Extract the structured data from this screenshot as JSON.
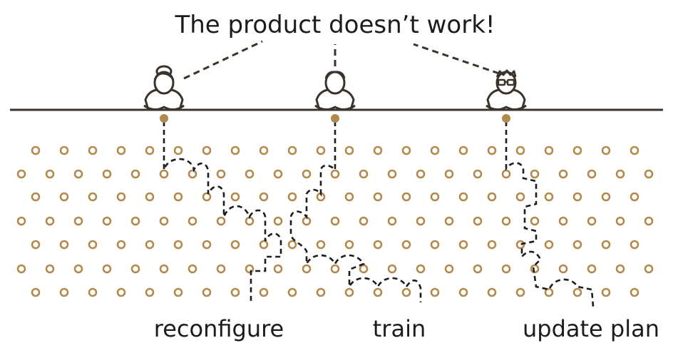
{
  "headline": "The product doesn’t work!",
  "outcomes": {
    "left": "reconfigure",
    "middle": "train",
    "right": "update plan"
  },
  "figures": [
    {
      "name": "woman-with-hair-bun",
      "hair": "bun"
    },
    {
      "name": "man",
      "hair": "short"
    },
    {
      "name": "man-with-glasses",
      "hair": "spiky"
    }
  ],
  "colors": {
    "ink": "#3a332c",
    "dot": "#b38a4e",
    "accent": "#b38a4e",
    "text": "#1c1c1c"
  }
}
